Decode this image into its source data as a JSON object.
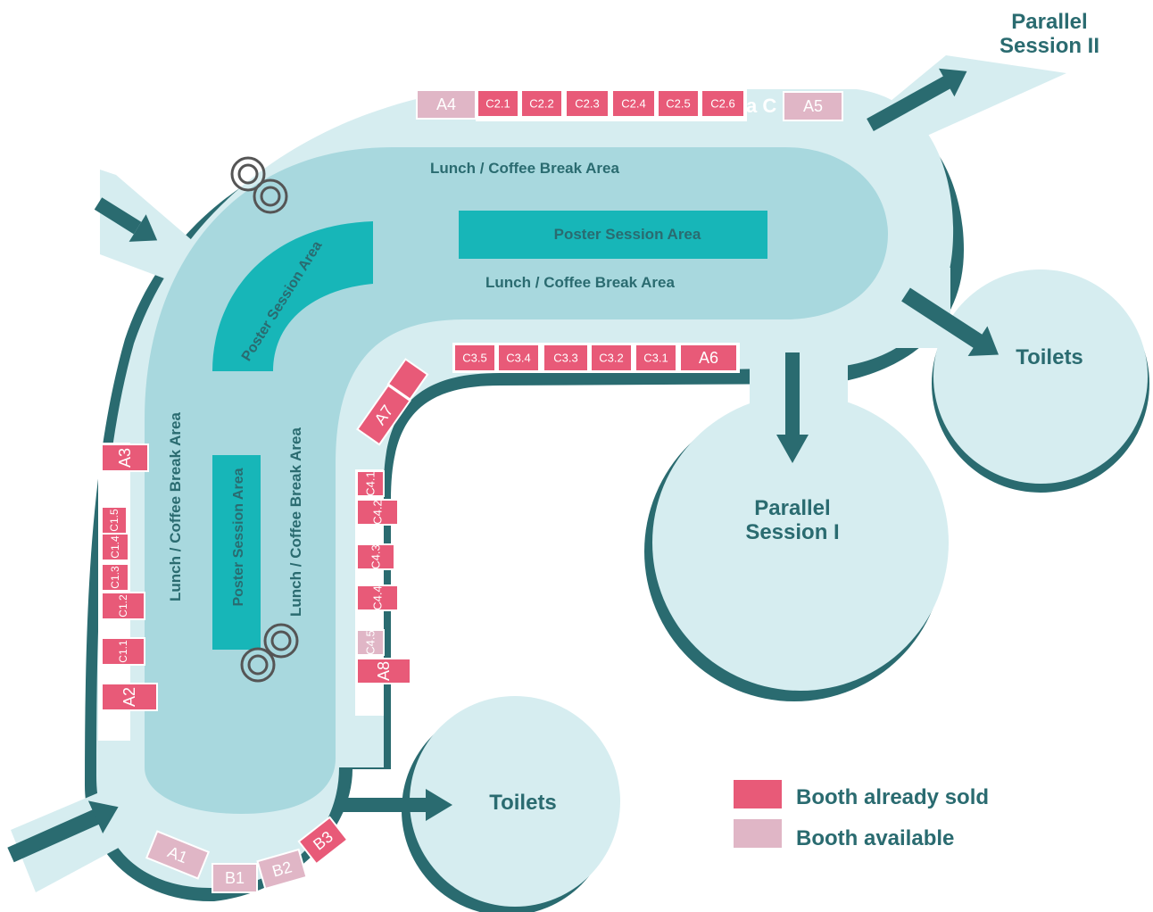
{
  "colors": {
    "corridor": "#d6edf0",
    "corridor_shadow": "#2a6b70",
    "inner_area": "#a8d8de",
    "poster_area": "#17b6b8",
    "arrow": "#2a6b70",
    "label_text": "#2a6b70",
    "booth_sold": "#e85a78",
    "booth_available": "#e0b6c6"
  },
  "labels": {
    "parallel_session_2": "Parallel Session II",
    "parallel_session_1": "Parallel Session I",
    "toilets_right": "Toilets",
    "toilets_bottom": "Toilets",
    "lunch_top": "Lunch / Coffee Break Area",
    "lunch_middle": "Lunch / Coffee Break Area",
    "lunch_left": "Lunch / Coffee Break Area",
    "lunch_left_inner": "Lunch / Coffee Break Area",
    "poster_horizontal": "Poster Session Area",
    "poster_curved": "Poster Session Area",
    "poster_vertical": "Poster Session Area",
    "partial_area_c": "a C"
  },
  "legend": {
    "sold_label": "Booth already sold",
    "available_label": "Booth available"
  },
  "booths": [
    {
      "id": "A4",
      "status": "available"
    },
    {
      "id": "C2.1",
      "status": "sold"
    },
    {
      "id": "C2.2",
      "status": "sold"
    },
    {
      "id": "C2.3",
      "status": "sold"
    },
    {
      "id": "C2.4",
      "status": "sold"
    },
    {
      "id": "C2.5",
      "status": "sold"
    },
    {
      "id": "C2.6",
      "status": "sold"
    },
    {
      "id": "A5",
      "status": "available"
    },
    {
      "id": "C3.5",
      "status": "sold"
    },
    {
      "id": "C3.4",
      "status": "sold"
    },
    {
      "id": "C3.3",
      "status": "sold"
    },
    {
      "id": "C3.2",
      "status": "sold"
    },
    {
      "id": "C3.1",
      "status": "sold"
    },
    {
      "id": "A6",
      "status": "sold"
    },
    {
      "id": "A7",
      "status": "sold"
    },
    {
      "id": "",
      "status": "sold"
    },
    {
      "id": "C4.1",
      "status": "sold"
    },
    {
      "id": "C4.2",
      "status": "sold"
    },
    {
      "id": "C4.3",
      "status": "sold"
    },
    {
      "id": "C4.4",
      "status": "sold"
    },
    {
      "id": "C4.5",
      "status": "available"
    },
    {
      "id": "A8",
      "status": "sold"
    },
    {
      "id": "A3",
      "status": "sold"
    },
    {
      "id": "C1.5",
      "status": "sold"
    },
    {
      "id": "C1.4",
      "status": "sold"
    },
    {
      "id": "C1.3",
      "status": "sold"
    },
    {
      "id": "C1.2",
      "status": "sold"
    },
    {
      "id": "C1.1",
      "status": "sold"
    },
    {
      "id": "A2",
      "status": "sold"
    },
    {
      "id": "A1",
      "status": "available"
    },
    {
      "id": "B1",
      "status": "available"
    },
    {
      "id": "B2",
      "status": "available"
    },
    {
      "id": "B3",
      "status": "sold"
    }
  ]
}
